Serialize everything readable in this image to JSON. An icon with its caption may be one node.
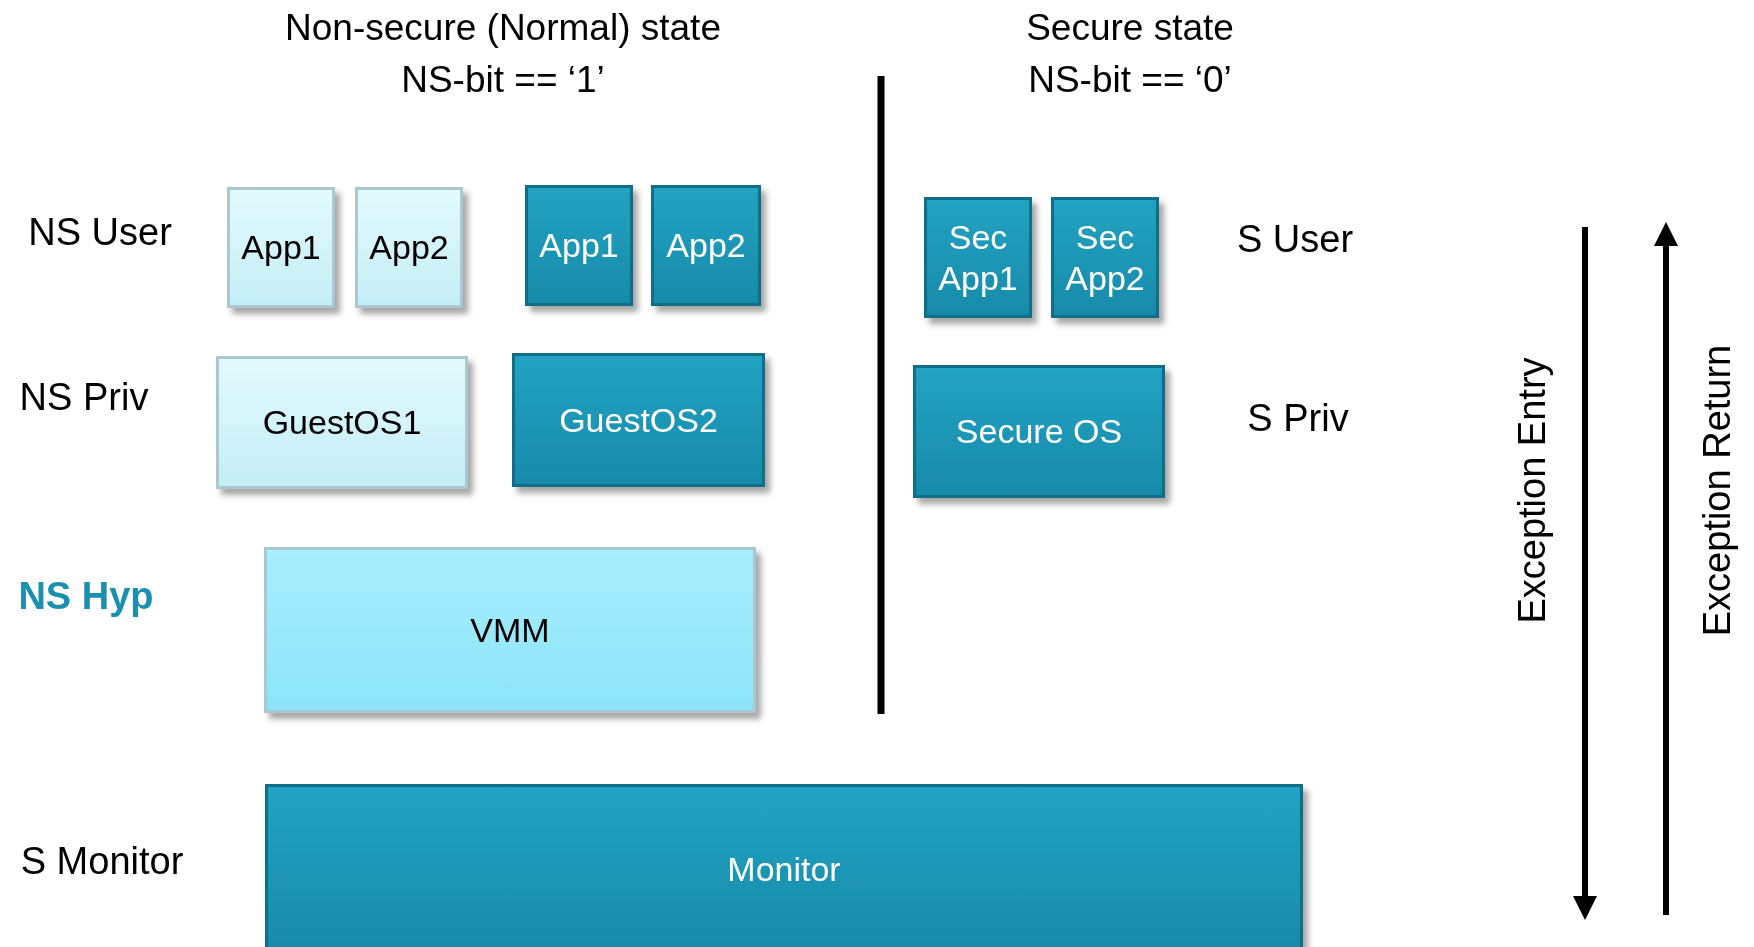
{
  "diagram": {
    "nodes": [
      {
        "text": [
          "App1"
        ]
      },
      {
        "text": [
          "App2"
        ]
      },
      {
        "text": [
          "App1"
        ]
      },
      {
        "text": [
          "App2"
        ]
      },
      {
        "text": [
          "Sec App1"
        ]
      },
      {
        "text": [
          "Sec App2"
        ]
      },
      {
        "text": [
          "GuestOS1"
        ]
      },
      {
        "text": [
          "GuestOS2"
        ]
      },
      {
        "text": [
          "Secure OS"
        ]
      },
      {
        "text": [
          "VMM"
        ]
      },
      {
        "text": [
          "Monitor"
        ]
      }
    ],
    "labels": [
      "Non-secure (Normal) state",
      "NS-bit == ‘1’",
      "Secure state",
      "NS-bit == ‘0’",
      "NS User",
      "S User",
      "NS Priv",
      "S Priv",
      "NS Hyp",
      "Exception Entry",
      "Exception Return",
      "S Monitor"
    ]
  }
}
